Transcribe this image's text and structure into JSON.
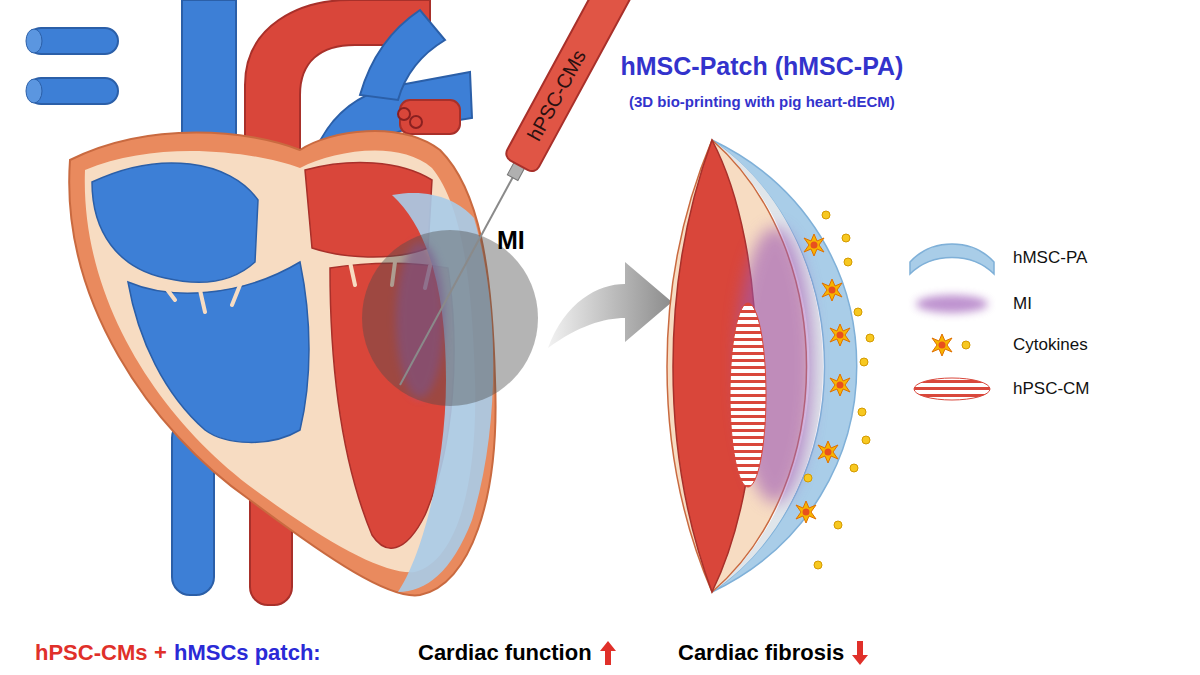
{
  "diagram": {
    "labels": [
      "hPSC-CMs",
      "hMSC-Patch (hMSC-PA)",
      "(3D bio-printing with pig heart-dECM)",
      "MI",
      "hPSC-CMs",
      "+",
      "hMSCs patch:",
      "Cardiac function",
      "Cardiac fibrosis"
    ],
    "legend": [
      {
        "text": "hMSC-PA"
      },
      {
        "text": "MI"
      },
      {
        "text": "Cytokines"
      },
      {
        "text": "hPSC-CM"
      }
    ]
  }
}
